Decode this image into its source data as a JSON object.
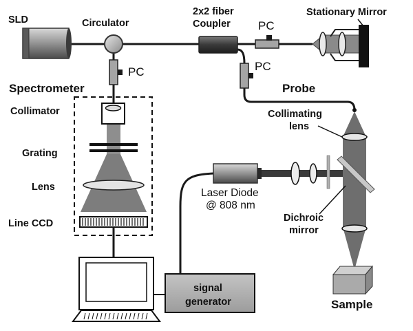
{
  "labels": {
    "sld": "SLD",
    "circulator": "Circulator",
    "coupler_line1": "2x2 fiber",
    "coupler_line2": "Coupler",
    "pc_top": "PC",
    "pc_left": "PC",
    "pc_mid": "PC",
    "stationary_mirror": "Stationary Mirror",
    "spectrometer": "Spectrometer",
    "collimator": "Collimator",
    "grating": "Grating",
    "lens": "Lens",
    "line_ccd": "Line CCD",
    "probe": "Probe",
    "collimating_line1": "Collimating",
    "collimating_line2": "lens",
    "laser_line1": "Laser Diode",
    "laser_line2": "@ 808 nm",
    "dichroic_line1": "Dichroic",
    "dichroic_line2": "mirror",
    "signal_line1": "signal",
    "signal_line2": "generator",
    "sample": "Sample"
  },
  "colors": {
    "fiber": "#1a1a1a",
    "device_gray": "#9a9a9a",
    "beam": "#7a7a7a",
    "background": "#ffffff"
  }
}
